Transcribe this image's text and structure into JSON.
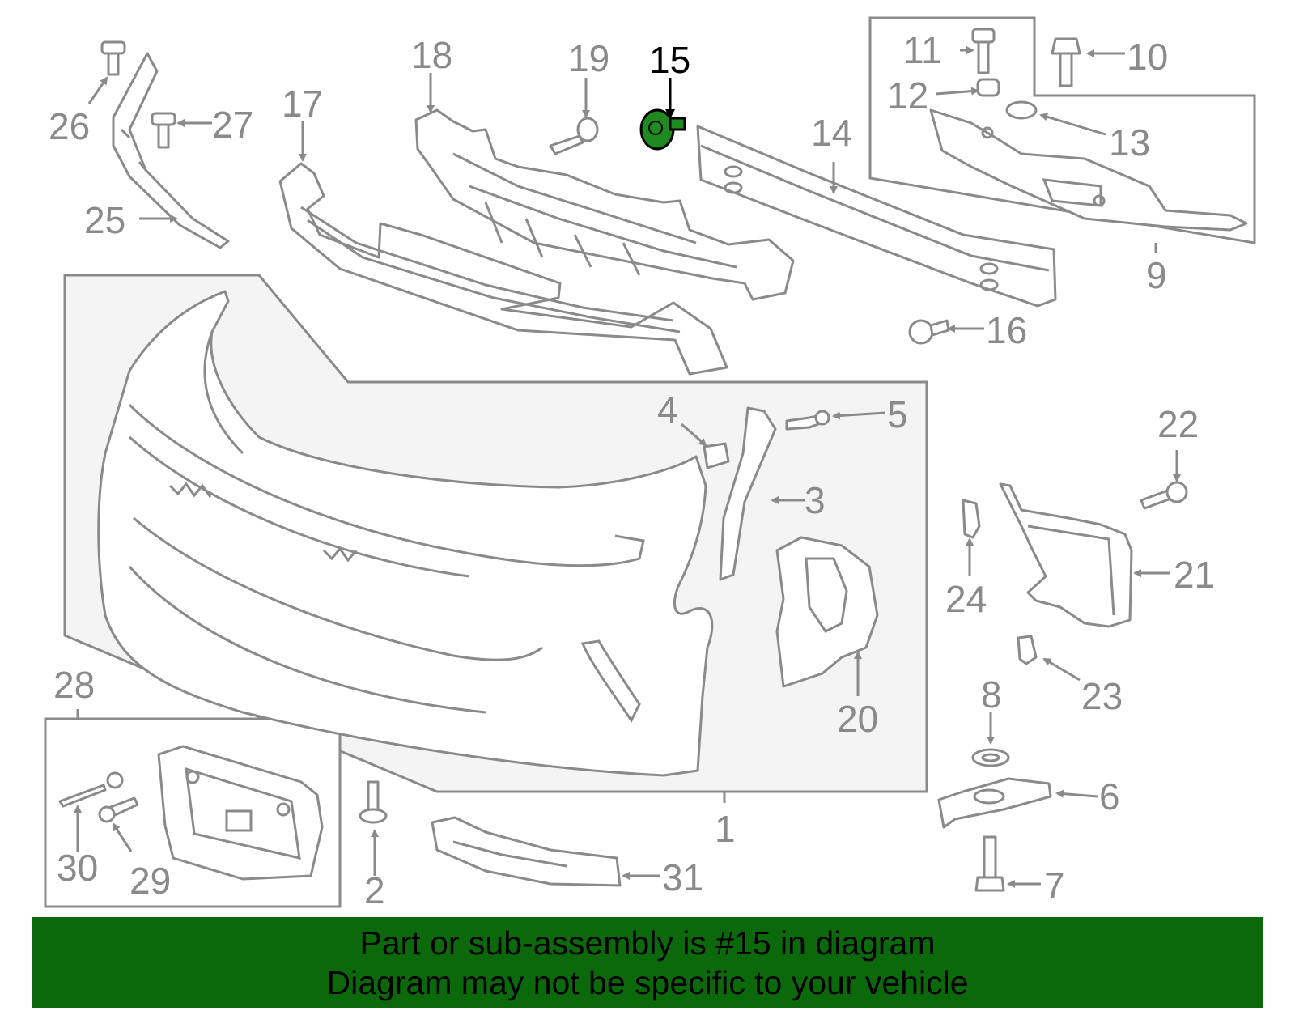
{
  "diagram": {
    "highlighted_part": "15",
    "highlight_color": "#1f8a1f",
    "callouts": [
      "1",
      "2",
      "3",
      "4",
      "5",
      "6",
      "7",
      "8",
      "9",
      "10",
      "11",
      "12",
      "13",
      "14",
      "15",
      "16",
      "17",
      "18",
      "19",
      "20",
      "21",
      "22",
      "23",
      "24",
      "25",
      "26",
      "27",
      "28",
      "29",
      "30",
      "31"
    ]
  },
  "banner": {
    "line1": "Part or sub-assembly is #15 in diagram",
    "line2": "Diagram may not be specific to your vehicle",
    "background": "#0b690b"
  }
}
